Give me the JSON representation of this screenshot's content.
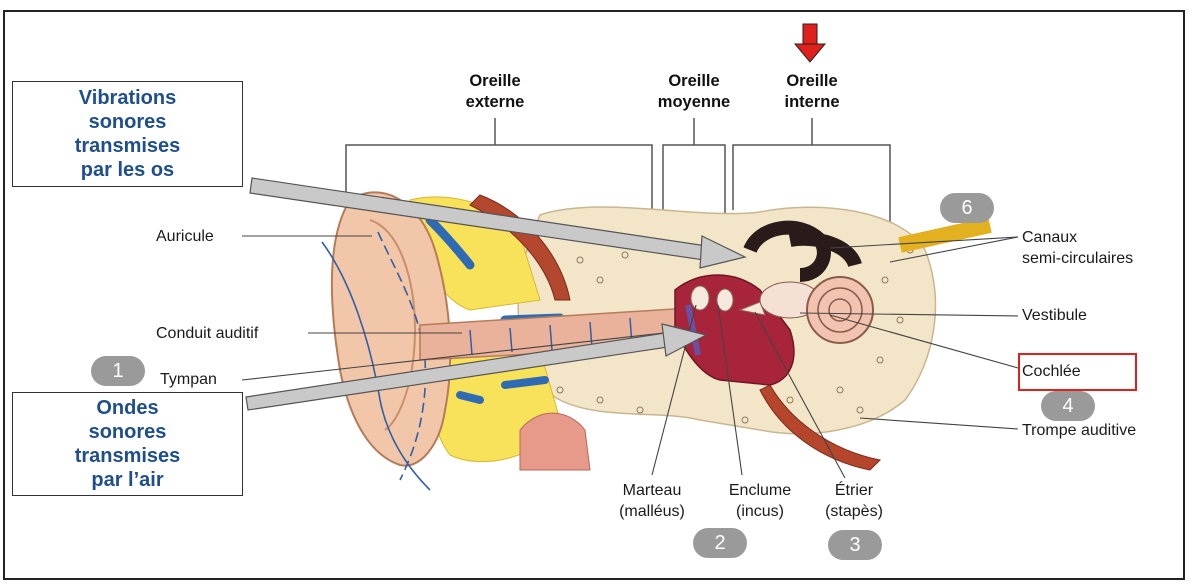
{
  "sections": {
    "external": [
      "Oreille",
      "externe"
    ],
    "middle": [
      "Oreille",
      "moyenne"
    ],
    "inner": [
      "Oreille",
      "interne"
    ]
  },
  "boxes": {
    "bone": [
      "Vibrations",
      "sonores",
      "transmises",
      "par les os"
    ],
    "air": [
      "Ondes",
      "sonores",
      "transmises",
      "par l’air"
    ]
  },
  "labels": {
    "auricule": "Auricule",
    "conduit": "Conduit auditif",
    "tympan": "Tympan",
    "canaux": [
      "Canaux",
      "semi-circulaires"
    ],
    "vestibule": "Vestibule",
    "cochlee": "Cochlée",
    "trompe": "Trompe auditive",
    "marteau": [
      "Marteau",
      "(malléus)"
    ],
    "enclume": [
      "Enclume",
      "(incus)"
    ],
    "etrier": [
      "Étrier",
      "(stapès)"
    ]
  },
  "badges": {
    "b1": "1",
    "b2": "2",
    "b3": "3",
    "b4": "4",
    "b6": "6"
  },
  "colors": {
    "box_text": "#1f4e8c",
    "highlight": "#e0201b",
    "badge": "#9a9a9a",
    "skin": "#f2c6a8",
    "bone": "#f3e6c8",
    "fat": "#f8e25a",
    "tissue": "#a8243a"
  }
}
